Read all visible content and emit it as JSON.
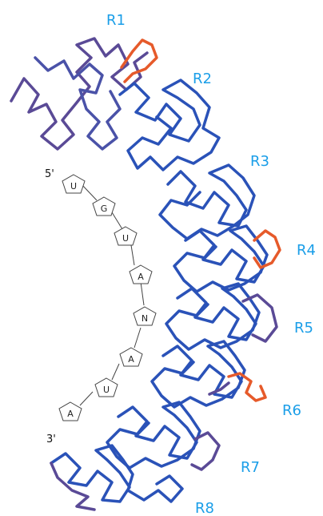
{
  "repeat_labels": [
    "R1",
    "R2",
    "R3",
    "R4",
    "R5",
    "R6",
    "R7",
    "R8"
  ],
  "rna": {
    "five_prime": "5'",
    "three_prime": "3'",
    "nucleotides": [
      "U",
      "G",
      "U",
      "A",
      "N",
      "A",
      "U",
      "A"
    ]
  },
  "colors": {
    "label": "#1a9ee8",
    "backbone_blue": "#2a52b8",
    "backbone_purple": "#5a4a96",
    "loop_orange": "#e65a2a",
    "nucleotide_outline": "#444444"
  }
}
